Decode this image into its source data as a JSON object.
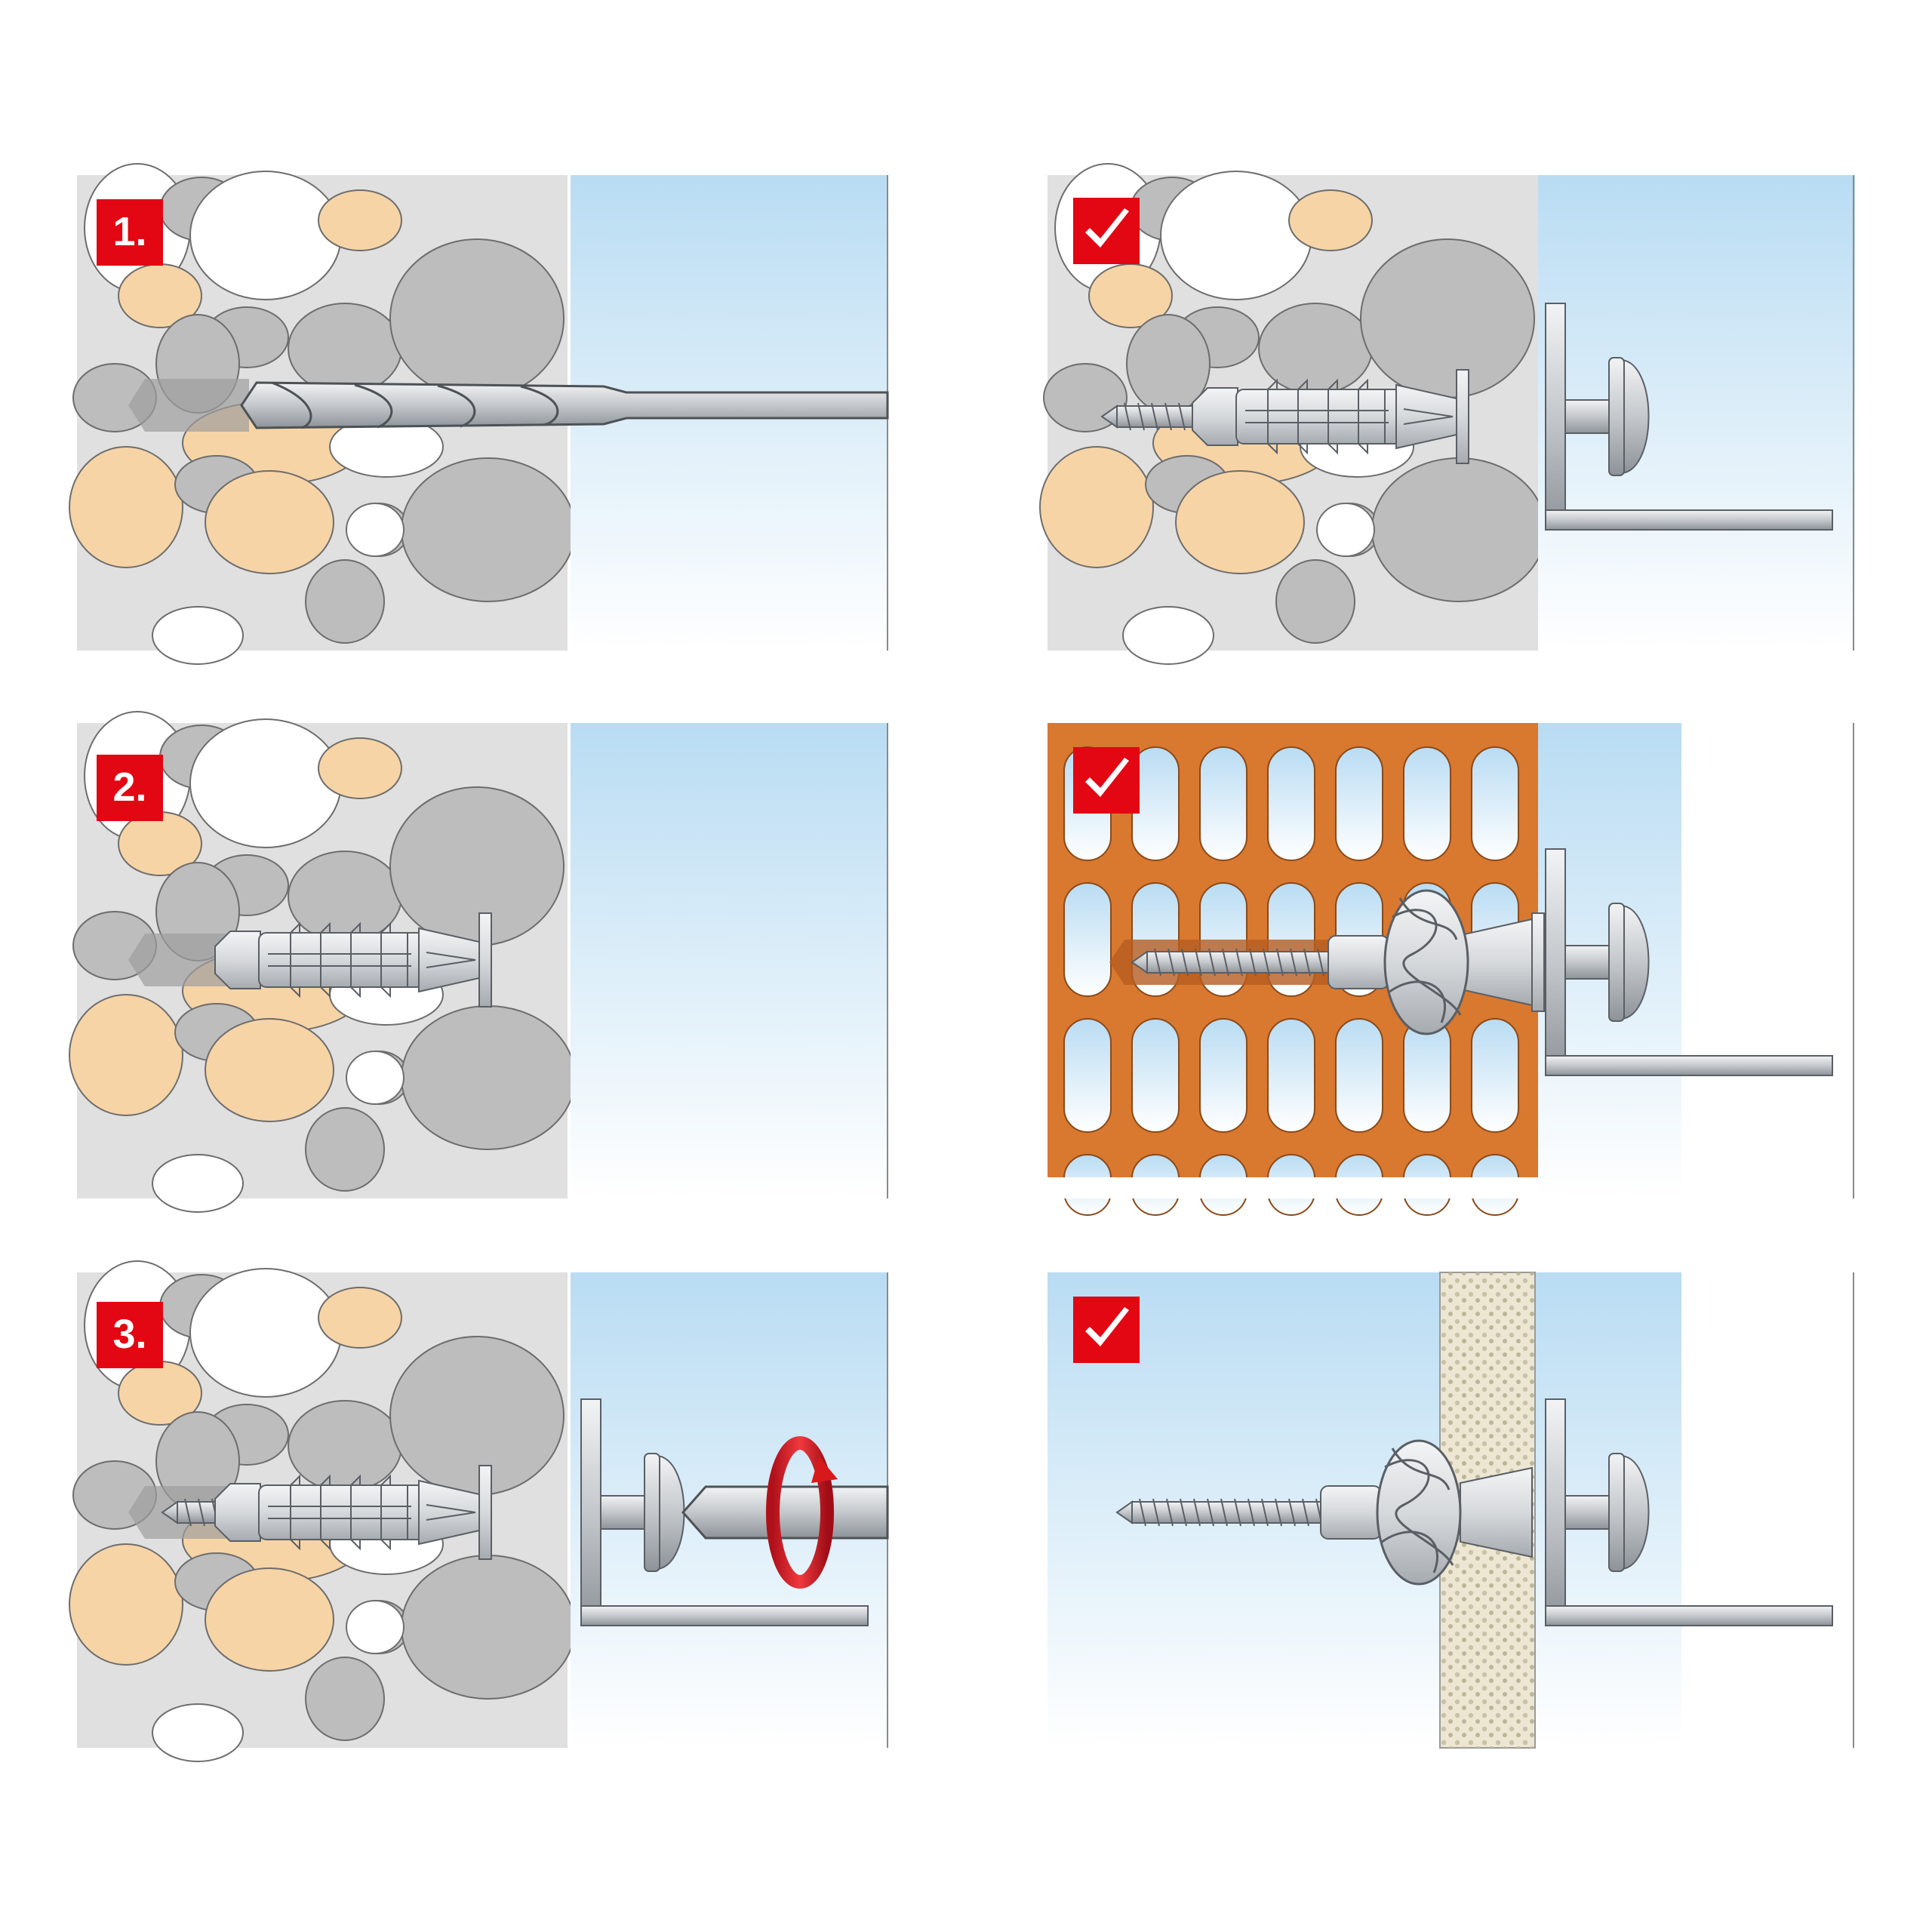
{
  "panels": [
    {
      "id": "step-1",
      "badge": "1.",
      "badge_type": "number",
      "material": "stone-masonry",
      "scene": "drill-bit"
    },
    {
      "id": "result-stone",
      "badge": "",
      "badge_type": "checkmark-icon",
      "material": "stone-masonry",
      "scene": "plug-screw-fixed-bracket"
    },
    {
      "id": "step-2",
      "badge": "2.",
      "badge_type": "number",
      "material": "stone-masonry",
      "scene": "plug-inserted"
    },
    {
      "id": "result-perforated-brick",
      "badge": "",
      "badge_type": "checkmark-icon",
      "material": "perforated-brick",
      "scene": "plug-knotted-in-cavity"
    },
    {
      "id": "step-3",
      "badge": "3.",
      "badge_type": "number",
      "material": "stone-masonry",
      "scene": "screw-driven-rotation"
    },
    {
      "id": "result-board",
      "badge": "",
      "badge_type": "checkmark-icon",
      "material": "board-panel",
      "scene": "plug-knotted-behind-board"
    }
  ],
  "colors": {
    "badge_red": "#e30613",
    "stone_bg": "#e0e0e0",
    "stone_gray": "#bdbdbd",
    "stone_peach": "#f7d4a6",
    "sky_top": "#b9dcf3",
    "sky_bottom": "#ffffff",
    "brick_orange": "#d9782f",
    "metal": "#cfd2d5",
    "board_fill": "#ece6d2",
    "rotation_arrow": "#d7191c"
  },
  "icons": [
    "checkmark-icon",
    "rotation-arrow-icon",
    "drill-bit-icon",
    "screw-icon",
    "wall-plug-icon",
    "bracket-icon"
  ]
}
